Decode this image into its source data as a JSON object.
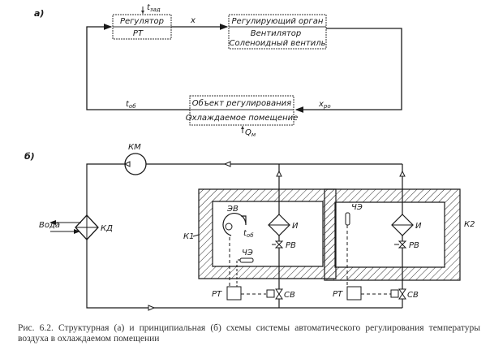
{
  "part_a": {
    "label": "а)",
    "regulator": {
      "title": "Регулятор",
      "sub": "РТ"
    },
    "setpoint": "t",
    "setpoint_sub": "зад",
    "signal_x": "x",
    "actuator": {
      "title": "Регулирующий орган",
      "line1": "Вентилятор",
      "line2": "Соленоидный вентиль"
    },
    "object": {
      "title": "Объект регулирования",
      "sub": "Охлаждаемое помещение"
    },
    "signal_tob": "t",
    "signal_tob_sub": "об",
    "signal_xro": "x",
    "signal_xro_sub": "ро",
    "disturbance": "Q",
    "disturbance_sub": "м"
  },
  "part_b": {
    "label": "б)",
    "compressor": "КМ",
    "condenser": "КД",
    "water": "Вода",
    "chamber1": "К1",
    "chamber2": "К2",
    "fan": "ЭВ",
    "t_ob": "t",
    "t_ob_sub": "об",
    "sensor1": "ЧЭ",
    "sensor2": "ЧЭ",
    "evaporator1": "И",
    "evaporator2": "И",
    "exp_valve1": "РВ",
    "exp_valve2": "РВ",
    "regulator1": "РТ",
    "regulator2": "РТ",
    "solenoid1": "СВ",
    "solenoid2": "СВ"
  },
  "caption": "Рис. 6.2. Структурная (а) и принципиальная (б) схемы системы автоматического регулирования температуры воздуха в охлаждаемом помещении"
}
